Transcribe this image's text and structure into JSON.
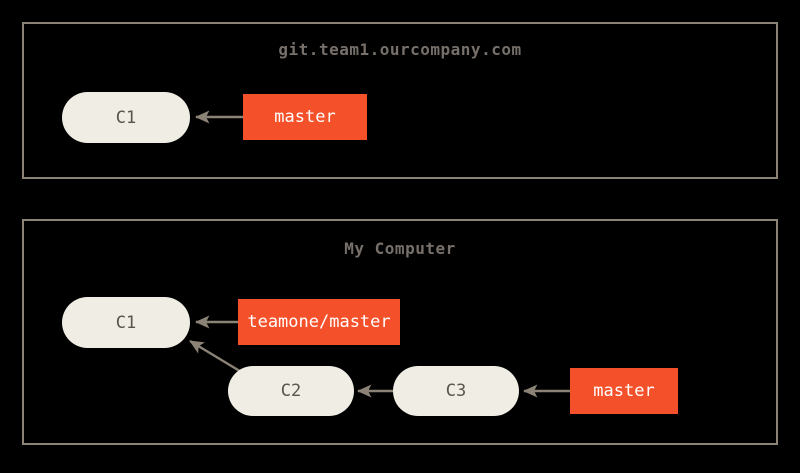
{
  "figure": {
    "kind": "git-branch-diagram",
    "background_color": "#000000",
    "panel_border_color": "#8a8376",
    "commit_node_color": "#efede4",
    "commit_text_color": "#5a544c",
    "branch_label_color": "#f4502a",
    "branch_text_color": "#ffffff",
    "arrow_color": "#8a8376",
    "title_color": "#77706a"
  },
  "panels": [
    {
      "id": "remote",
      "title": "git.team1.ourcompany.com",
      "commits": [
        {
          "id": "c1",
          "label": "C1"
        }
      ],
      "branches": [
        {
          "id": "master",
          "label": "master",
          "points_to": "C1"
        }
      ],
      "edges": [
        {
          "from": "master",
          "to": "C1"
        }
      ]
    },
    {
      "id": "local",
      "title": "My Computer",
      "commits": [
        {
          "id": "c1",
          "label": "C1"
        },
        {
          "id": "c2",
          "label": "C2"
        },
        {
          "id": "c3",
          "label": "C3"
        }
      ],
      "branches": [
        {
          "id": "teamone-master",
          "label": "teamone/master",
          "points_to": "C1"
        },
        {
          "id": "master",
          "label": "master",
          "points_to": "C3"
        }
      ],
      "edges": [
        {
          "from": "teamone/master",
          "to": "C1"
        },
        {
          "from": "C2",
          "to": "C1"
        },
        {
          "from": "C3",
          "to": "C2"
        },
        {
          "from": "master",
          "to": "C3"
        }
      ]
    }
  ]
}
